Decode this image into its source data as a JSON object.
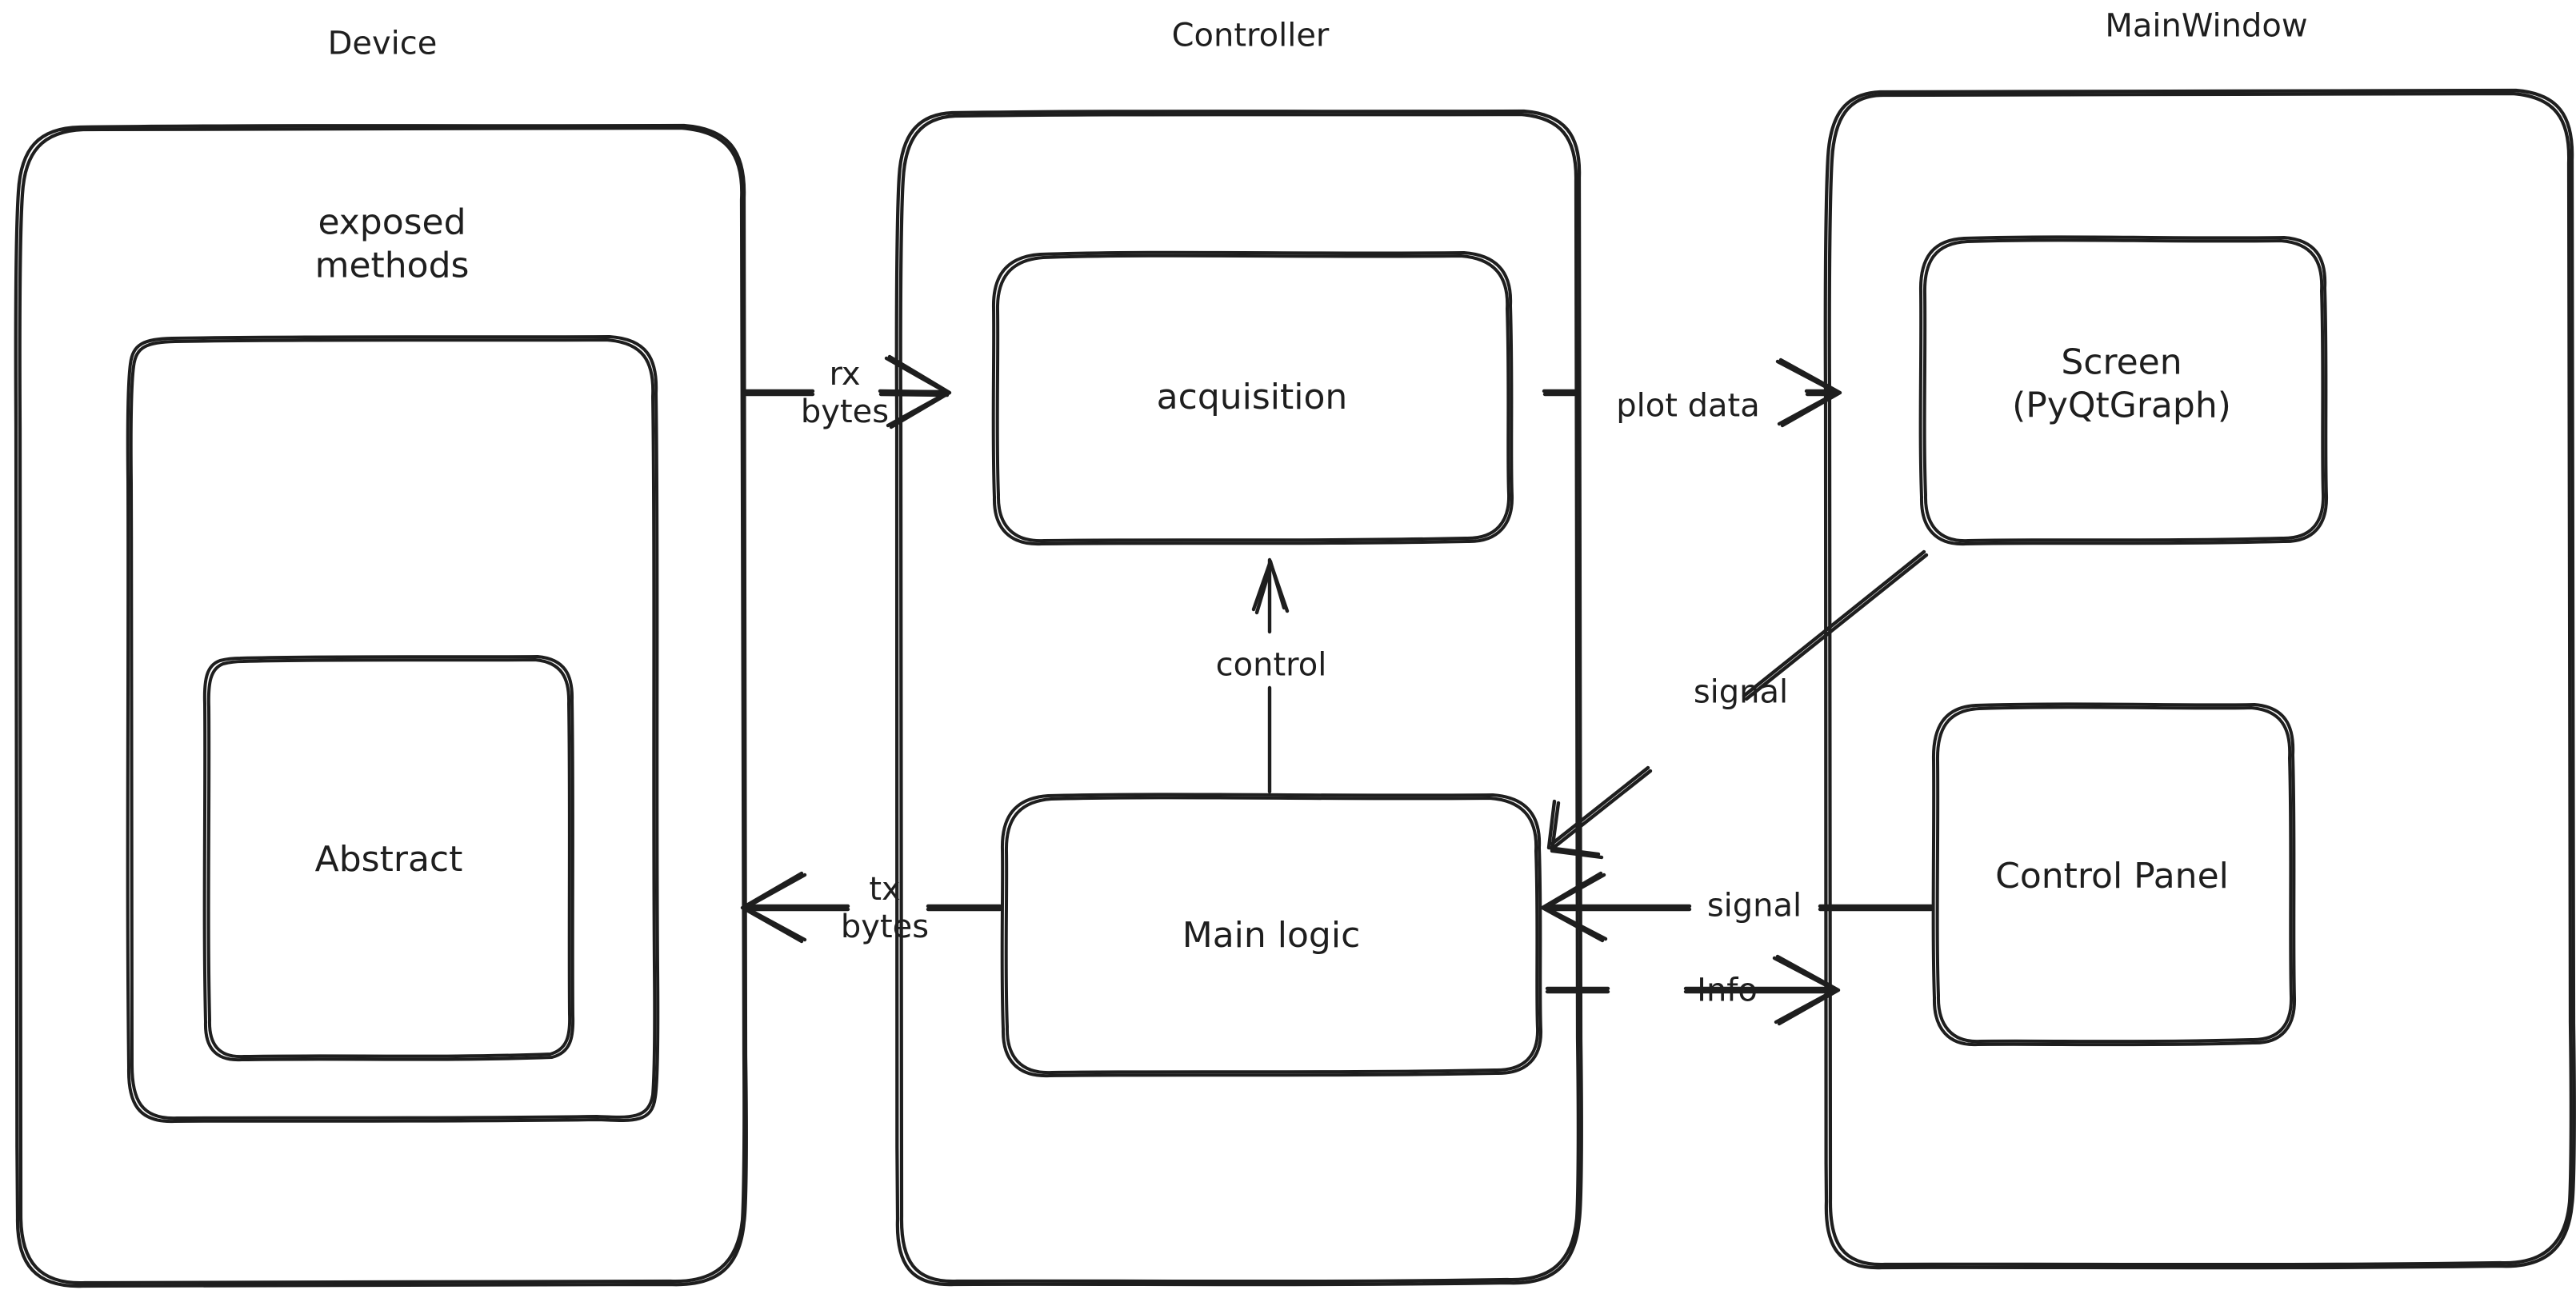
{
  "diagram": {
    "title_style": "hand-drawn architecture diagram",
    "background": "#ffffff",
    "stroke_color": "#1e1e1e",
    "text_color": "#1e1e1e",
    "groups": [
      {
        "id": "device",
        "label": "Device"
      },
      {
        "id": "controller",
        "label": "Controller"
      },
      {
        "id": "mainwindow",
        "label": "MainWindow"
      }
    ],
    "nodes": [
      {
        "id": "exposed-methods",
        "label": "exposed\nmethods",
        "group": "device"
      },
      {
        "id": "abstract",
        "label": "Abstract",
        "group": "device"
      },
      {
        "id": "acquisition",
        "label": "acquisition",
        "group": "controller"
      },
      {
        "id": "main-logic",
        "label": "Main logic",
        "group": "controller"
      },
      {
        "id": "screen",
        "label": "Screen\n(PyQtGraph)",
        "group": "mainwindow"
      },
      {
        "id": "control-panel",
        "label": "Control Panel",
        "group": "mainwindow"
      }
    ],
    "edges": [
      {
        "id": "rx-bytes",
        "label": "rx\nbytes",
        "from": "device",
        "to": "acquisition",
        "direction": "right"
      },
      {
        "id": "plot-data",
        "label": "plot data",
        "from": "acquisition",
        "to": "screen",
        "direction": "right"
      },
      {
        "id": "control",
        "label": "control",
        "from": "main-logic",
        "to": "acquisition",
        "direction": "up"
      },
      {
        "id": "signal-screen",
        "label": "signal",
        "from": "screen",
        "to": "main-logic",
        "direction": "down-left"
      },
      {
        "id": "tx-bytes",
        "label": "tx\nbytes",
        "from": "main-logic",
        "to": "device",
        "direction": "left"
      },
      {
        "id": "signal-panel",
        "label": "signal",
        "from": "control-panel",
        "to": "main-logic",
        "direction": "left"
      },
      {
        "id": "info",
        "label": "Info",
        "from": "main-logic",
        "to": "control-panel",
        "direction": "right"
      }
    ]
  }
}
